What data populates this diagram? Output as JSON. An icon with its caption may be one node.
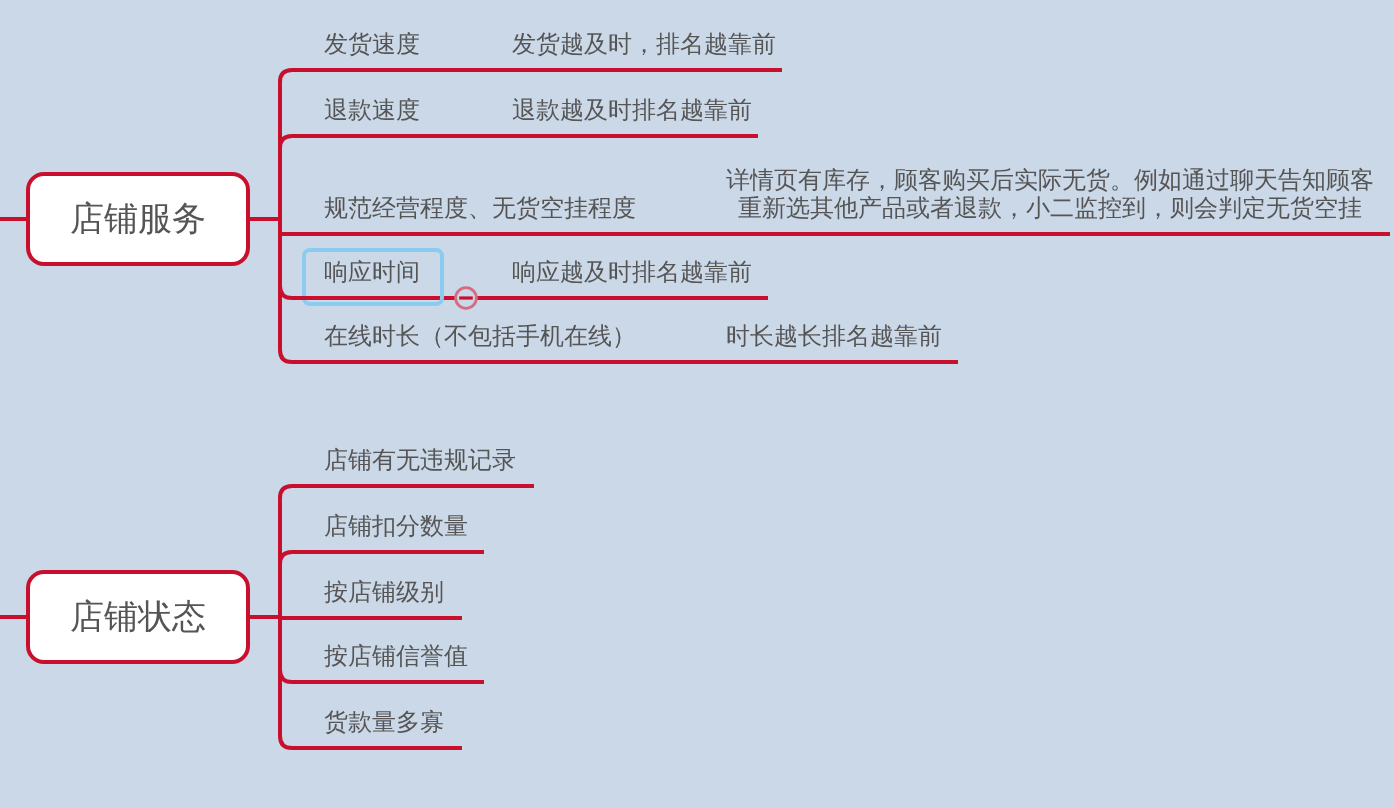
{
  "diagram": {
    "nodes": [
      {
        "text": [
          "店铺服务"
        ]
      },
      {
        "text": [
          "发货速度"
        ]
      },
      {
        "text": [
          "发货越及时，排名越靠前"
        ]
      },
      {
        "text": [
          "退款速度"
        ]
      },
      {
        "text": [
          "退款越及时排名越靠前"
        ]
      },
      {
        "text": [
          "规范经营程度、无货空挂程度"
        ]
      },
      {
        "text": [
          "详情页有库存，顾客购买后实际无货。例如通过聊天告知顾客重新选其他产品或者退款，小二监控到，则会判定无货空挂"
        ]
      },
      {
        "text": [
          "响应时间"
        ]
      },
      {
        "text": [
          "响应越及时排名越靠前"
        ]
      },
      {
        "text": [
          "在线时长（不包括手机在线）"
        ]
      },
      {
        "text": [
          "时长越长排名越靠前"
        ]
      },
      {
        "text": [
          "店铺状态"
        ]
      },
      {
        "text": [
          "店铺有无违规记录"
        ]
      },
      {
        "text": [
          "店铺扣分数量"
        ]
      },
      {
        "text": [
          "按店铺级别"
        ]
      },
      {
        "text": [
          "按店铺信誉值"
        ]
      },
      {
        "text": [
          "货款量多寡"
        ]
      }
    ],
    "edges": [
      {
        "from": null,
        "to": 0,
        "arrow": "none"
      },
      {
        "from": 0,
        "to": 1,
        "arrow": "none"
      },
      {
        "from": 1,
        "to": 2,
        "arrow": "none"
      },
      {
        "from": 0,
        "to": 3,
        "arrow": "none"
      },
      {
        "from": 3,
        "to": 4,
        "arrow": "none"
      },
      {
        "from": 0,
        "to": 5,
        "arrow": "none"
      },
      {
        "from": 5,
        "to": 6,
        "arrow": "none"
      },
      {
        "from": 0,
        "to": 7,
        "arrow": "none"
      },
      {
        "from": 7,
        "to": 8,
        "arrow": "none"
      },
      {
        "from": 0,
        "to": 9,
        "arrow": "none"
      },
      {
        "from": 9,
        "to": 10,
        "arrow": "none"
      },
      {
        "from": null,
        "to": 11,
        "arrow": "none"
      },
      {
        "from": 11,
        "to": 12,
        "arrow": "none"
      },
      {
        "from": 11,
        "to": 13,
        "arrow": "none"
      },
      {
        "from": 11,
        "to": 14,
        "arrow": "none"
      },
      {
        "from": 11,
        "to": 15,
        "arrow": "none"
      },
      {
        "from": 11,
        "to": 16,
        "arrow": "none"
      }
    ]
  }
}
